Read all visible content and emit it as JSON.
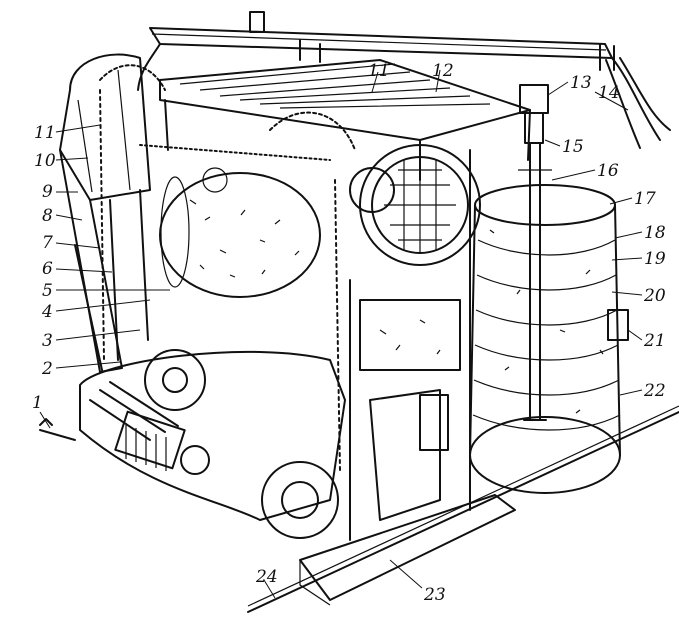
{
  "callouts": [
    {
      "id": "1",
      "label": "1"
    },
    {
      "id": "2",
      "label": "2"
    },
    {
      "id": "3",
      "label": "3"
    },
    {
      "id": "4",
      "label": "4"
    },
    {
      "id": "5",
      "label": "5"
    },
    {
      "id": "6",
      "label": "6"
    },
    {
      "id": "7",
      "label": "7"
    },
    {
      "id": "8",
      "label": "8"
    },
    {
      "id": "9",
      "label": "9"
    },
    {
      "id": "10",
      "label": "10"
    },
    {
      "id": "11a",
      "label": "11"
    },
    {
      "id": "11b",
      "label": "11"
    },
    {
      "id": "12",
      "label": "12"
    },
    {
      "id": "13",
      "label": "13"
    },
    {
      "id": "14",
      "label": "14"
    },
    {
      "id": "15",
      "label": "15"
    },
    {
      "id": "16",
      "label": "16"
    },
    {
      "id": "17",
      "label": "17"
    },
    {
      "id": "18",
      "label": "18"
    },
    {
      "id": "19",
      "label": "19"
    },
    {
      "id": "20",
      "label": "20"
    },
    {
      "id": "21",
      "label": "21"
    },
    {
      "id": "22",
      "label": "22"
    },
    {
      "id": "23",
      "label": "23"
    },
    {
      "id": "24",
      "label": "24"
    }
  ]
}
